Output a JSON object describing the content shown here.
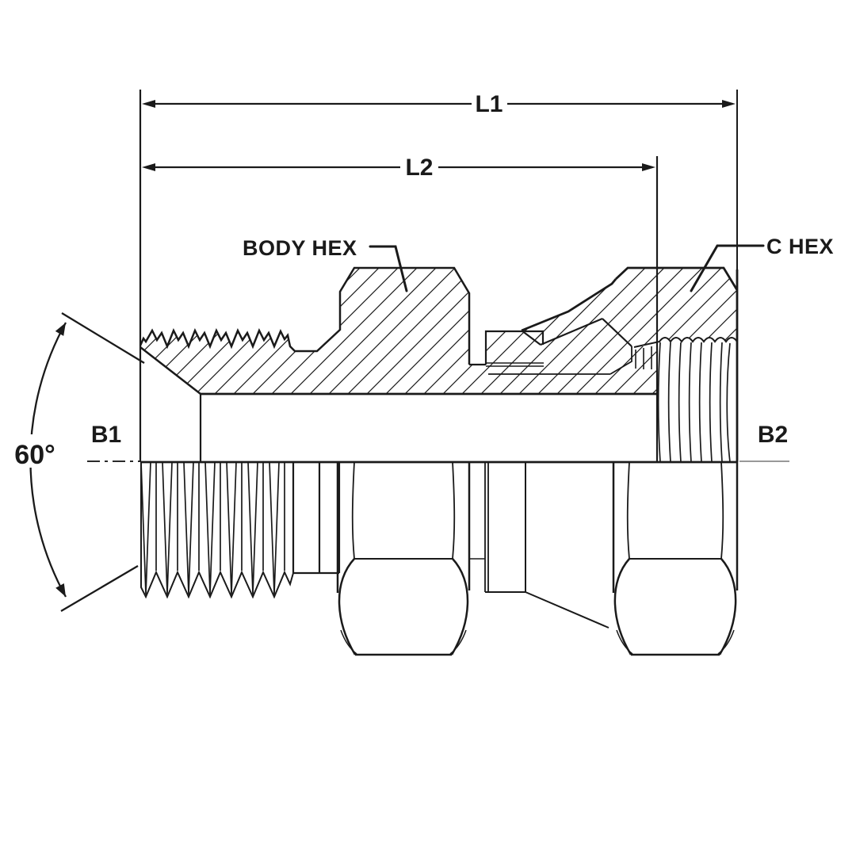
{
  "drawing": {
    "type": "hydraulic-fitting-cross-section",
    "labels": {
      "l1": "L1",
      "l2": "L2",
      "body_hex": "BODY HEX",
      "c_hex": "C HEX",
      "b1": "B1",
      "b2": "B2",
      "seat_angle": "60°"
    },
    "colors": {
      "ink": "#1a1a1a",
      "centerline_gray": "#999999",
      "background": "#ffffff"
    }
  }
}
